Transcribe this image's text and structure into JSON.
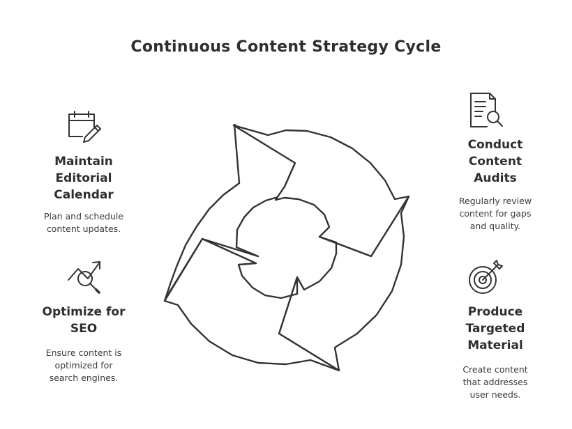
{
  "title": "Continuous Content Strategy Cycle",
  "steps": [
    {
      "icon": "calendar-pencil-icon",
      "heading": "Maintain\nEditorial\nCalendar",
      "description": "Plan and schedule\ncontent updates."
    },
    {
      "icon": "document-search-icon",
      "heading": "Conduct\nContent\nAudits",
      "description": "Regularly review\ncontent for gaps\nand quality."
    },
    {
      "icon": "trend-magnifier-icon",
      "heading": "Optimize for\nSEO",
      "description": "Ensure content is\noptimized for\nsearch engines."
    },
    {
      "icon": "target-arrow-icon",
      "heading": "Produce\nTargeted\nMaterial",
      "description": "Create content\nthat addresses\nuser needs."
    }
  ]
}
